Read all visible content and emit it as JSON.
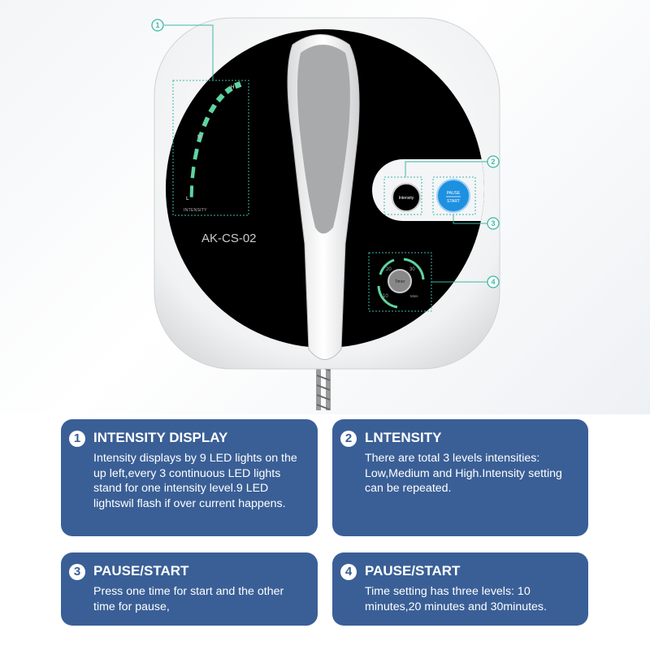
{
  "device": {
    "model": "AK-CS-02",
    "intensity_label": "INTENSITY",
    "level_low": "L",
    "level_medium": "M",
    "level_high": "H",
    "intensity_button": "Intensity",
    "pause_label": "PAUSE",
    "start_label": "START",
    "timer_label": "Timer",
    "timer_10": "10",
    "timer_20": "20",
    "timer_30": "30",
    "timer_unit": "Mins",
    "callouts": [
      "1",
      "2",
      "3",
      "4"
    ],
    "colors": {
      "led": "#5fd3a0",
      "callout": "#3bb8a8",
      "start_button": "#1e90e0",
      "panel": "#000000"
    }
  },
  "cards": [
    {
      "num": "1",
      "title": "INTENSITY DISPLAY",
      "body": "Intensity displays by 9 LED lights on the up left,every 3 continuous LED lights stand for one intensity level.9 LED lightswil flash if over current happens."
    },
    {
      "num": "2",
      "title": "LNTENSITY",
      "body": "There are total 3 levels intensities: Low,Medium and High.Intensity setting can be repeated."
    },
    {
      "num": "3",
      "title": "PAUSE/START",
      "body": "Press one time for start and the other time for pause,"
    },
    {
      "num": "4",
      "title": "PAUSE/START",
      "body": "Time setting has three levels: 10 minutes,20 minutes and 30minutes."
    }
  ],
  "card_color": "#3a5f96"
}
